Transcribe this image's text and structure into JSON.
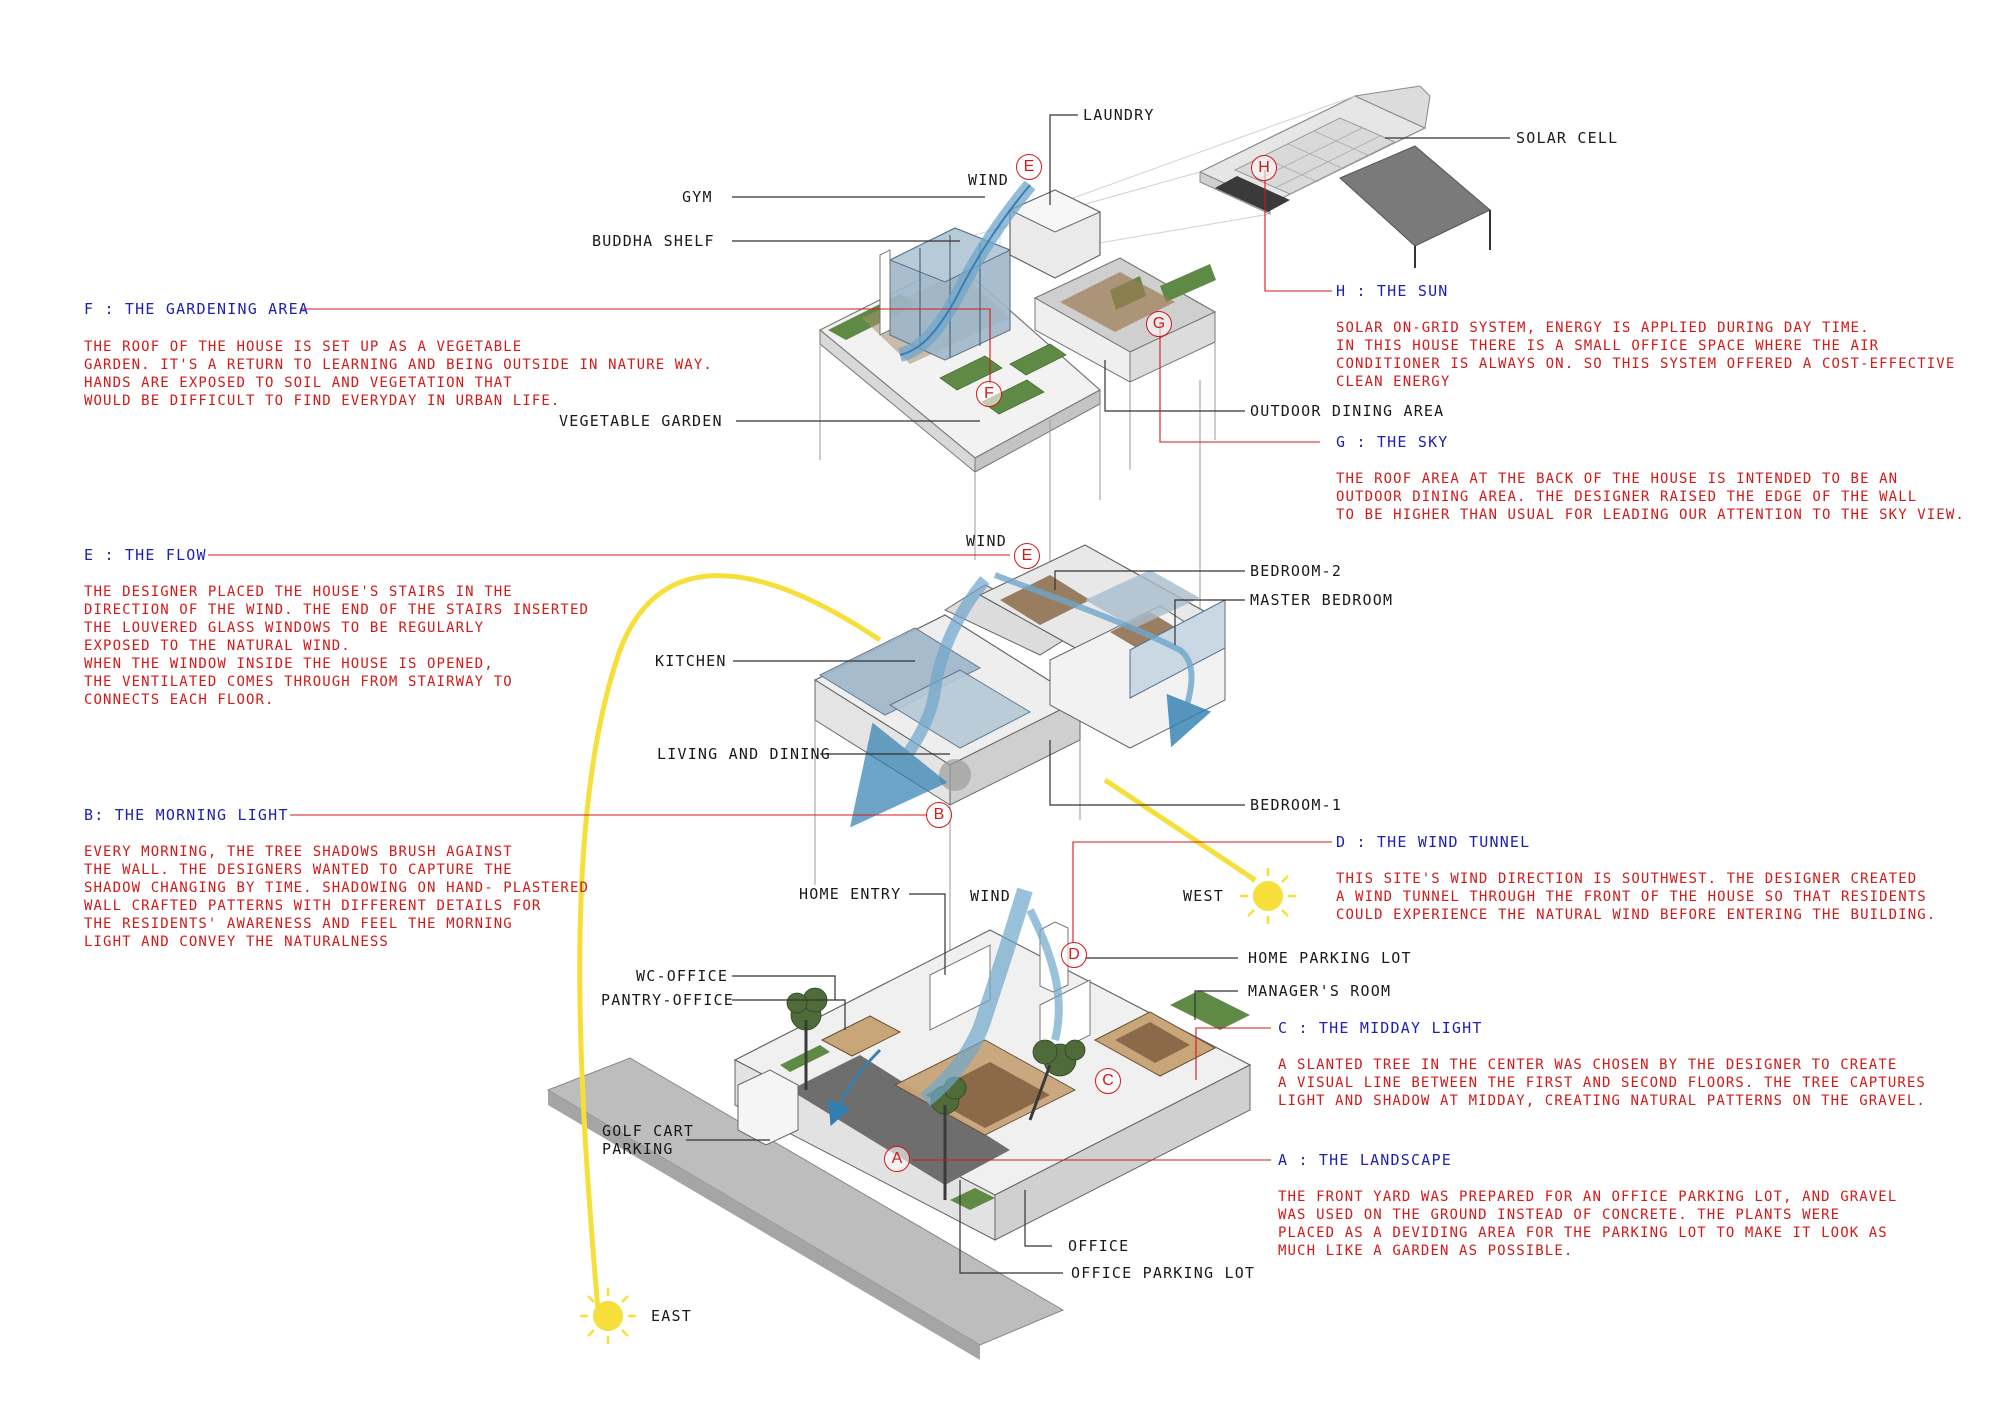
{
  "labels": {
    "laundry": "LAUNDRY",
    "solar_cell": "SOLAR CELL",
    "wind_top": "WIND",
    "gym": "GYM",
    "buddha_shelf": "BUDDHA SHELF",
    "vegetable_garden": "VEGETABLE GARDEN",
    "outdoor_dining": "OUTDOOR DINING AREA",
    "wind_mid": "WIND",
    "bedroom2": "BEDROOM-2",
    "master_bedroom": "MASTER BEDROOM",
    "kitchen": "KITCHEN",
    "living_dining": "LIVING AND DINING",
    "bedroom1": "BEDROOM-1",
    "home_entry": "HOME ENTRY",
    "wind_low": "WIND",
    "west": "WEST",
    "home_parking": "HOME PARKING LOT",
    "managers_room": "MANAGER'S ROOM",
    "wc_office": "WC-OFFICE",
    "pantry_office": "PANTRY-OFFICE",
    "golf_cart": "GOLF CART\nPARKING",
    "office": "OFFICE",
    "office_parking": "OFFICE PARKING LOT",
    "east": "EAST"
  },
  "sections": {
    "f": {
      "title": "F : THE GARDENING AREA",
      "body": "THE ROOF OF THE HOUSE IS SET UP AS A VEGETABLE\nGARDEN. IT'S A RETURN TO LEARNING AND BEING OUTSIDE IN NATURE WAY.\nHANDS ARE EXPOSED TO SOIL AND VEGETATION THAT\nWOULD BE DIFFICULT TO FIND EVERYDAY IN URBAN LIFE."
    },
    "e": {
      "title": "E : THE FLOW",
      "body": "THE DESIGNER PLACED THE HOUSE'S STAIRS IN THE\nDIRECTION OF THE WIND. THE END OF THE STAIRS INSERTED\nTHE LOUVERED GLASS WINDOWS TO BE REGULARLY\nEXPOSED TO THE NATURAL WIND.\nWHEN THE WINDOW INSIDE THE HOUSE IS OPENED,\nTHE VENTILATED COMES THROUGH FROM STAIRWAY TO\nCONNECTS EACH FLOOR."
    },
    "b": {
      "title": "B: THE MORNING LIGHT",
      "body": "EVERY MORNING, THE TREE SHADOWS BRUSH AGAINST\nTHE WALL. THE DESIGNERS WANTED TO CAPTURE THE\nSHADOW CHANGING BY TIME. SHADOWING ON HAND- PLASTERED\nWALL CRAFTED PATTERNS WITH DIFFERENT DETAILS FOR\nTHE RESIDENTS' AWARENESS AND FEEL THE MORNING\nLIGHT AND CONVEY THE NATURALNESS"
    },
    "h": {
      "title": "H : THE SUN",
      "body": "SOLAR ON-GRID SYSTEM, ENERGY IS APPLIED DURING DAY TIME.\nIN THIS HOUSE THERE IS A SMALL OFFICE SPACE WHERE THE AIR\nCONDITIONER IS ALWAYS ON. SO THIS SYSTEM OFFERED A COST-EFFECTIVE\nCLEAN ENERGY"
    },
    "g": {
      "title": "G : THE SKY",
      "body": "THE ROOF AREA AT THE BACK OF THE HOUSE IS INTENDED TO BE AN\nOUTDOOR DINING AREA. THE DESIGNER RAISED THE EDGE OF THE WALL\nTO BE HIGHER THAN USUAL FOR LEADING OUR ATTENTION TO THE SKY VIEW."
    },
    "d": {
      "title": "D : THE WIND TUNNEL",
      "body": "THIS SITE'S WIND DIRECTION IS SOUTHWEST. THE DESIGNER CREATED\nA WIND TUNNEL THROUGH THE FRONT OF THE HOUSE SO THAT RESIDENTS\nCOULD EXPERIENCE THE NATURAL WIND BEFORE ENTERING THE BUILDING."
    },
    "c": {
      "title": "C : THE MIDDAY LIGHT",
      "body": "A SLANTED TREE IN THE CENTER WAS CHOSEN BY THE DESIGNER TO CREATE\nA VISUAL LINE BETWEEN THE FIRST AND SECOND FLOORS. THE TREE CAPTURES\nLIGHT AND SHADOW AT MIDDAY, CREATING NATURAL PATTERNS ON THE GRAVEL."
    },
    "a": {
      "title": "A : THE LANDSCAPE",
      "body": "THE FRONT YARD WAS PREPARED FOR AN OFFICE PARKING LOT, AND GRAVEL\nWAS USED ON THE GROUND INSTEAD OF CONCRETE. THE PLANTS WERE\nPLACED AS A DEVIDING AREA FOR THE PARKING LOT TO MAKE IT LOOK AS\nMUCH LIKE A GARDEN AS POSSIBLE."
    }
  },
  "markers": {
    "a": "A",
    "b": "B",
    "c": "C",
    "d": "D",
    "e1": "E",
    "e2": "E",
    "f": "F",
    "g": "G",
    "h": "H"
  },
  "colors": {
    "title_blue": "#1f1fb4",
    "body_red": "#d11a1a",
    "sun_yellow": "#f6df3a",
    "label_black": "#1a1a1a"
  }
}
